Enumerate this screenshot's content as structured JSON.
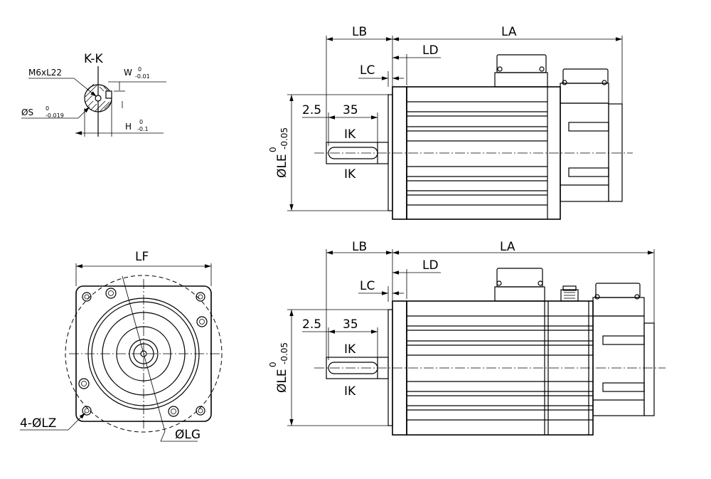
{
  "section": {
    "title": "K-K",
    "thread": "M6xL22",
    "w_label": "W",
    "w_tol_upper": "0",
    "w_tol_lower": "-0.01",
    "s_label": "ØS",
    "s_tol_upper": "0",
    "s_tol_lower": "-0.019",
    "h_label": "H",
    "h_tol_upper": "0",
    "h_tol_lower": "-0.1"
  },
  "front_view": {
    "lf": "LF",
    "holes": "4-ØLZ",
    "lg": "ØLG"
  },
  "side_view_top": {
    "lb": "LB",
    "la": "LA",
    "ld": "LD",
    "lc": "LC",
    "d25": "2.5",
    "d35": "35",
    "key_top": "IK",
    "key_bottom": "IK",
    "le": "ØLE",
    "le_tol_upper": "0",
    "le_tol_lower": "-0.05"
  },
  "side_view_bottom": {
    "lb": "LB",
    "la": "LA",
    "ld": "LD",
    "lc": "LC",
    "d25": "2.5",
    "d35": "35",
    "key_top": "IK",
    "key_bottom": "IK",
    "le": "ØLE",
    "le_tol_upper": "0",
    "le_tol_lower": "-0.05"
  }
}
